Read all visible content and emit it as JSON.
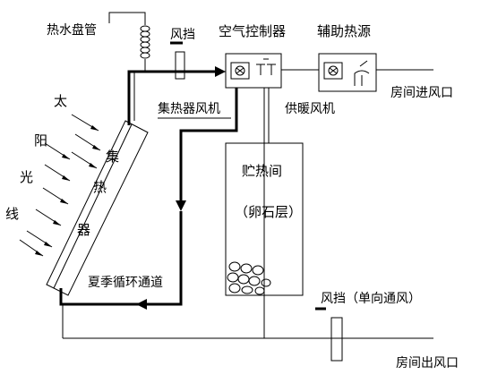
{
  "labels": {
    "hot_water_coil": "热水盘管",
    "damper_top": "风挡",
    "air_controller": "空气控制器",
    "aux_heat": "辅助热源",
    "collector_fan": "集热器风机",
    "heating_fan": "供暖风机",
    "room_inlet": "房间进风口",
    "storage_title": "贮热间",
    "storage_sub": "（卵石层）",
    "collector_chars": [
      "集",
      "热",
      "器"
    ],
    "sun_chars": [
      "太",
      "阳",
      "光",
      "线"
    ],
    "summer_loop": "夏季循环通道",
    "damper_oneway": "风挡（单向通风）",
    "room_outlet": "房间出风口"
  },
  "icons": {
    "fan": "fan-icon",
    "heater": "heater-icon",
    "coil": "coil-icon",
    "rocks": "pebble-icon",
    "arrow": "flow-arrow-icon"
  },
  "colors": {
    "ink": "#000000",
    "paper": "#ffffff"
  }
}
